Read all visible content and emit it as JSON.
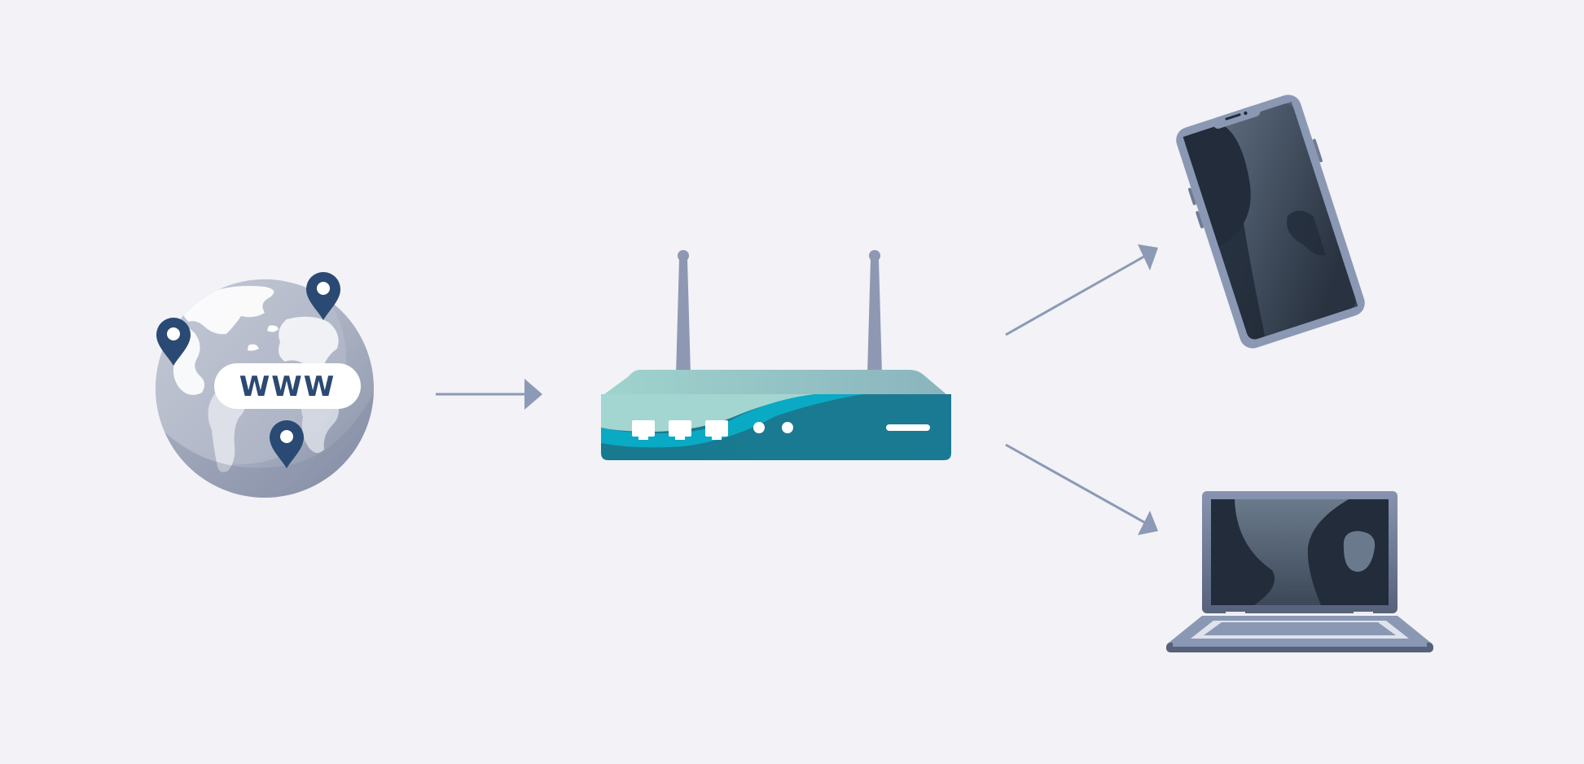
{
  "diagram": {
    "globe_label": "WWW",
    "colors": {
      "background": "#f2f2f7",
      "connector": "#8c9ab5",
      "pin": "#2a4a73",
      "globe_light": "#c5cad6",
      "globe_dark": "#8e97ad",
      "router_teal": "#1d7c94",
      "router_cyan": "#0aa9c4",
      "router_mint": "#a3d6d0",
      "device_frame": "#8b98b4",
      "device_screen": "#222c3a"
    },
    "nodes": [
      {
        "id": "internet",
        "icon": "globe-icon"
      },
      {
        "id": "router",
        "icon": "wifi-router-icon"
      },
      {
        "id": "phone",
        "icon": "smartphone-icon"
      },
      {
        "id": "laptop",
        "icon": "laptop-icon"
      }
    ],
    "edges": [
      {
        "from": "internet",
        "to": "router"
      },
      {
        "from": "router",
        "to": "phone"
      },
      {
        "from": "router",
        "to": "laptop"
      }
    ]
  }
}
